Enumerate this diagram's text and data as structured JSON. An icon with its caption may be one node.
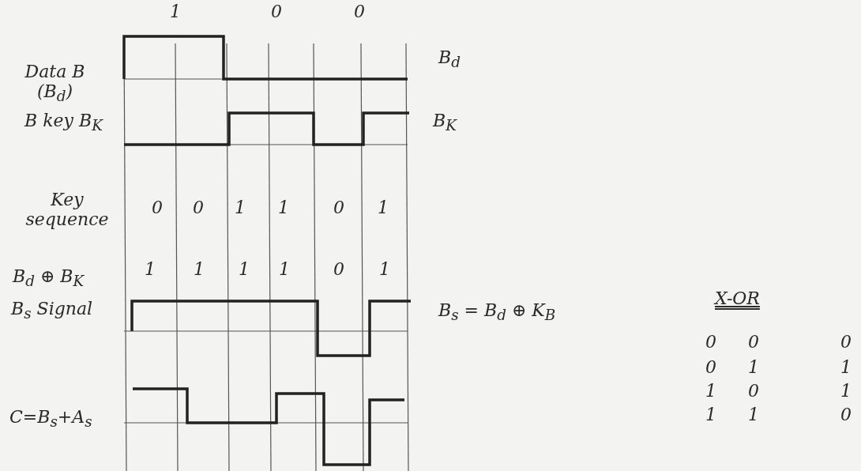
{
  "diagram": {
    "labels": [
      "1",
      "0",
      "0",
      "Data B (B$_{d}$)",
      "B$_{d}$",
      "B key B$_{K}$",
      "B$_{K}$",
      "Key sequence",
      "0",
      "0",
      "1",
      "1",
      "0",
      "1",
      "B$_{d}$ ⊕ B$_{K}$",
      "1",
      "1",
      "1",
      "1",
      "0",
      "1",
      "B$_{s}$ Signal",
      "B$_{s}$ = B$_{d}$ ⊕ K$_{B}$",
      "X-OR",
      "0",
      "0",
      "0",
      "0",
      "1",
      "1",
      "1",
      "0",
      "1",
      "1",
      "1",
      "0",
      "C=B$_{s}$+A$_{s}$"
    ]
  }
}
